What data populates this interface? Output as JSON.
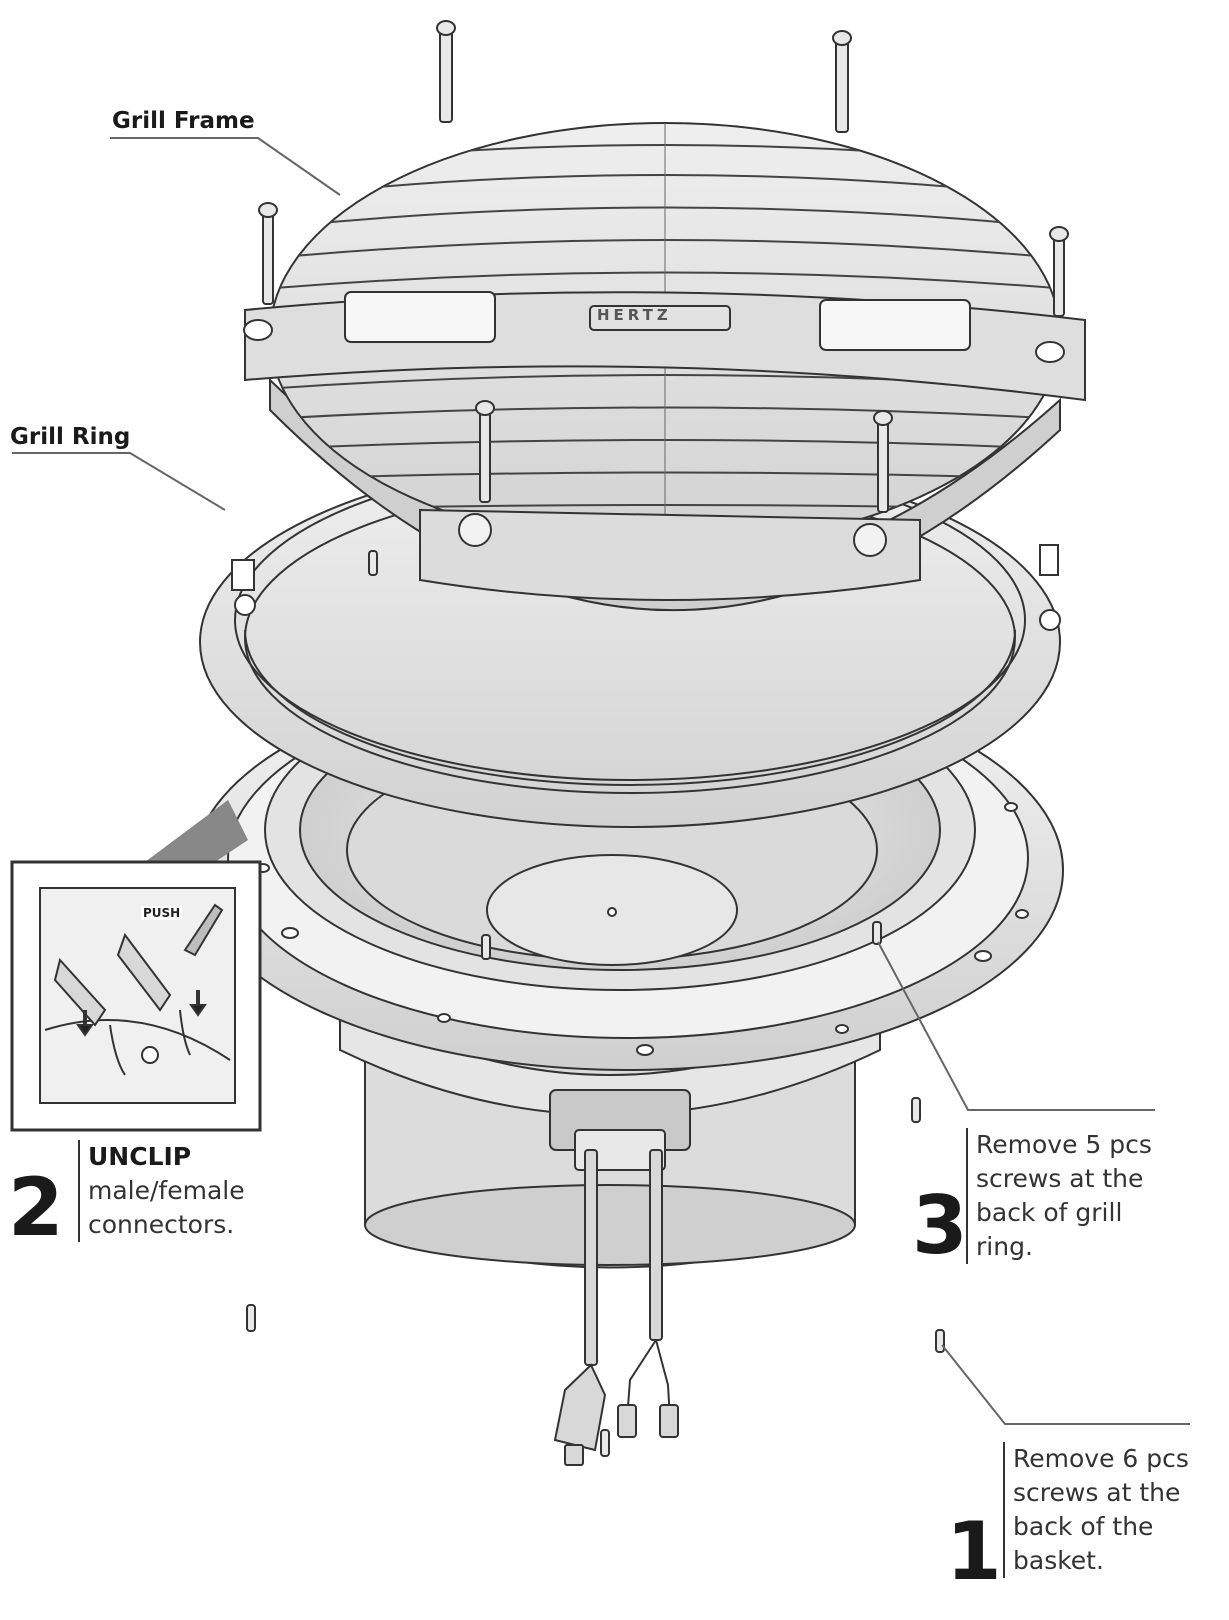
{
  "labels": {
    "grill_frame": "Grill Frame",
    "grill_ring": "Grill Ring",
    "brand_mark": "HERTZ",
    "push": "PUSH"
  },
  "steps": [
    {
      "number": "1",
      "lines": [
        "Remove 6 pcs",
        "screws at the",
        "back of the",
        "basket."
      ]
    },
    {
      "number": "2",
      "title": "UNCLIP",
      "lines": [
        "male/female",
        "connectors."
      ]
    },
    {
      "number": "3",
      "lines": [
        "Remove 5 pcs",
        "screws at the",
        "back of grill",
        "ring."
      ]
    }
  ]
}
